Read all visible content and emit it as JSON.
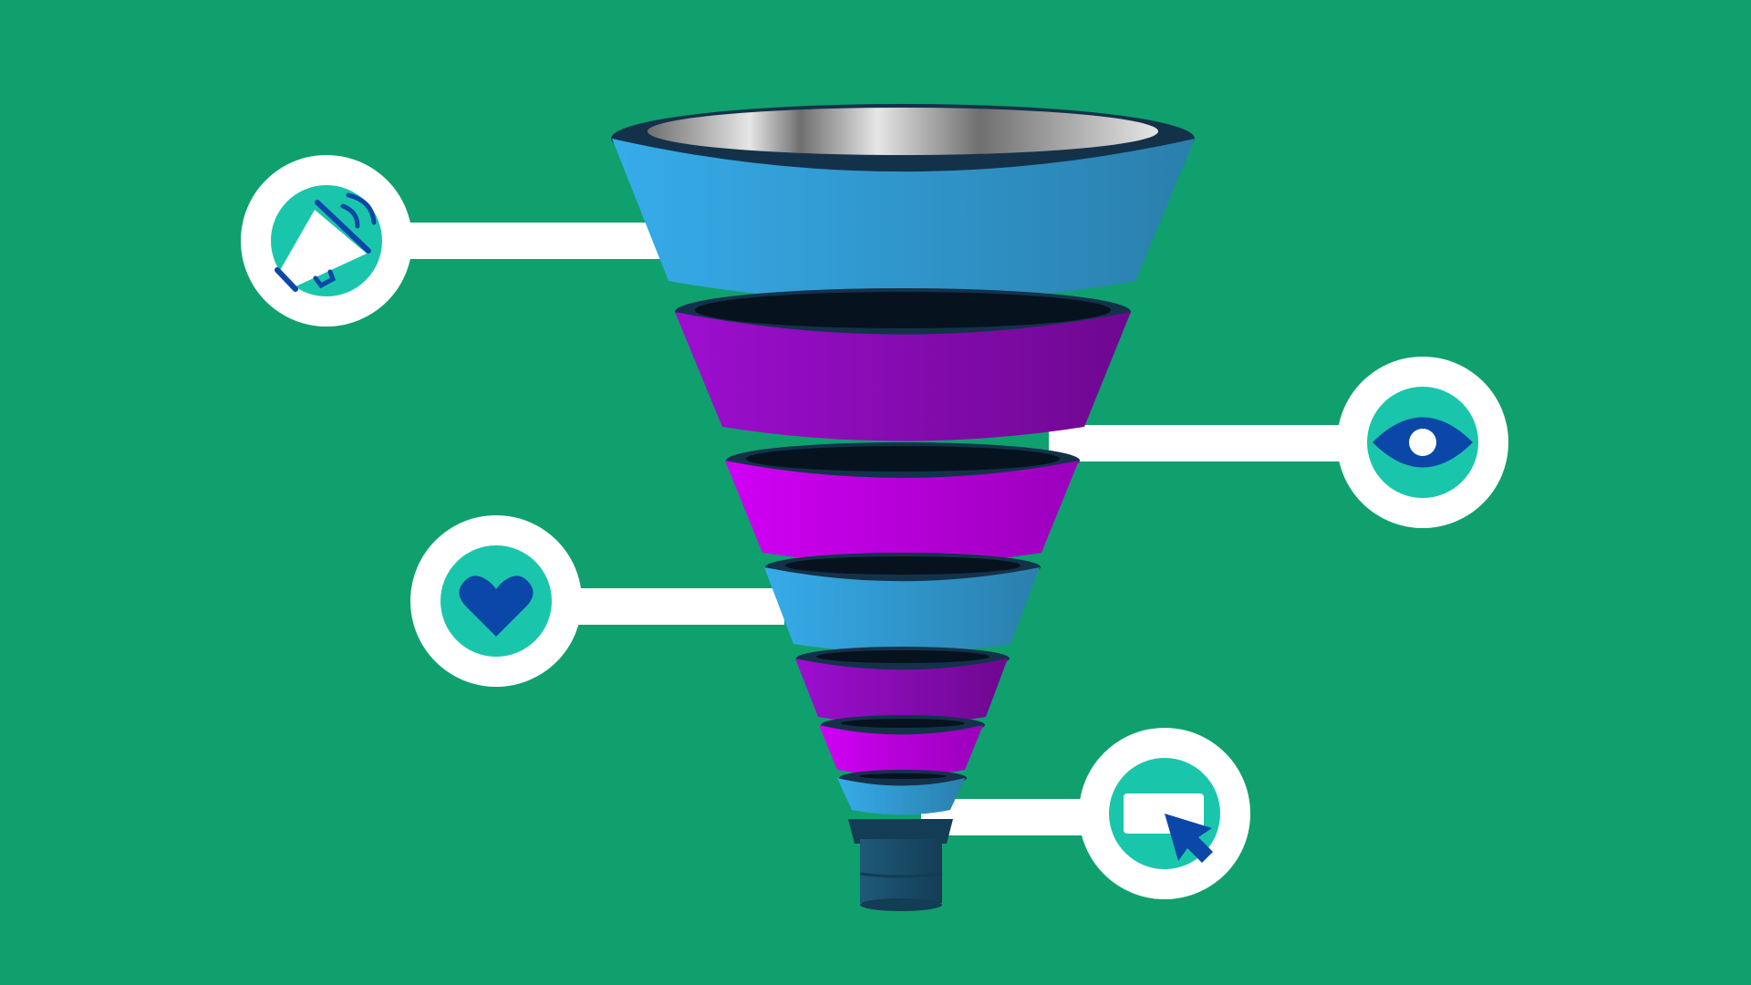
{
  "colors": {
    "background": "#0fa06e",
    "connector": "#ffffff",
    "badge_ring": "#ffffff",
    "badge_inner": "#1ac6ab",
    "icon_primary": "#0a47a8",
    "icon_light": "#ffffff",
    "funnel_blue_light": "#36acea",
    "funnel_blue_dark": "#2a7fac",
    "funnel_purple_light": "#9d0ed0",
    "funnel_purple_dark": "#6e0890",
    "funnel_magenta_light": "#d100f5",
    "funnel_magenta_dark": "#9a00bb",
    "funnel_rim": "#13324a",
    "funnel_inner_shadow": "#060d18",
    "funnel_spout": "#1e5a78",
    "funnel_spout_dark": "#133d55",
    "funnel_metal_light": "#e6e6e6",
    "funnel_metal_dark": "#6f6f6f"
  },
  "funnel": {
    "stages": [
      {
        "name": "stage-1",
        "color": "blue"
      },
      {
        "name": "stage-2",
        "color": "purple"
      },
      {
        "name": "stage-3",
        "color": "magenta"
      },
      {
        "name": "stage-4",
        "color": "blue"
      },
      {
        "name": "stage-5",
        "color": "purple"
      },
      {
        "name": "stage-6",
        "color": "magenta"
      },
      {
        "name": "stage-7",
        "color": "blue"
      }
    ]
  },
  "badges": [
    {
      "name": "badge-awareness",
      "icon": "megaphone-icon",
      "side": "left"
    },
    {
      "name": "badge-interest",
      "icon": "eye-icon",
      "side": "right"
    },
    {
      "name": "badge-desire",
      "icon": "heart-icon",
      "side": "left"
    },
    {
      "name": "badge-action",
      "icon": "cursor-click-icon",
      "side": "right"
    }
  ]
}
